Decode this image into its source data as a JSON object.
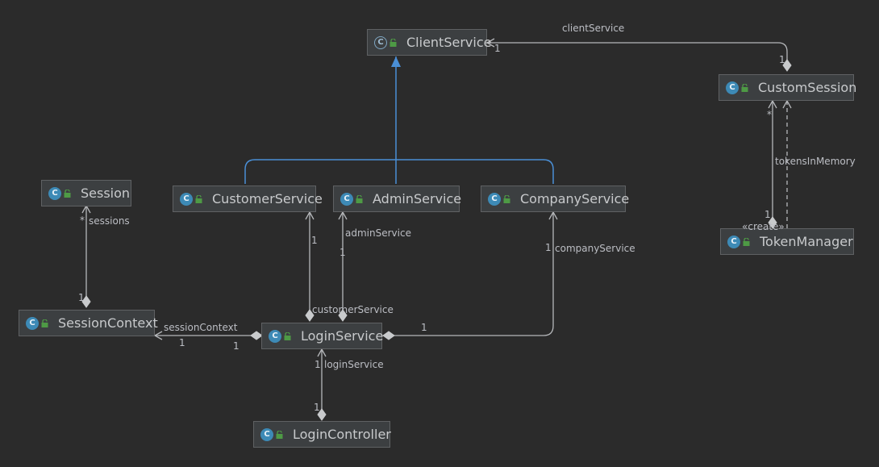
{
  "colors": {
    "background": "#2b2b2b",
    "node_fill": "#3c3f41",
    "node_border": "#5f6163",
    "class_icon": "#3d8ab6",
    "lock_icon": "#4e9a45",
    "inheritance": "#4a8fd6",
    "association": "#b5b7ba"
  },
  "classes": {
    "client_service": "ClientService",
    "custom_session": "CustomSession",
    "session": "Session",
    "customer_service": "CustomerService",
    "admin_service": "AdminService",
    "company_service": "CompanyService",
    "token_manager": "TokenManager",
    "session_context": "SessionContext",
    "login_service": "LoginService",
    "login_controller": "LoginController"
  },
  "icons": {
    "class_glyph": "C",
    "abstract_glyph": "C"
  },
  "edge_labels": {
    "client_service": "clientService",
    "client_service_mult_target": "1",
    "client_service_mult_source": "1",
    "custom_session_star": "*",
    "tokens_in_memory": "tokensInMemory",
    "create_stereotype": "«create»",
    "token_manager_mult": "1",
    "sessions": "sessions",
    "sessions_star": "*",
    "sessions_mult": "1",
    "customer_mult": "1",
    "admin_service": "adminService",
    "admin_mult": "1",
    "company_service": "companyService",
    "company_mult": "1",
    "customer_service": "customerService",
    "session_context": "sessionContext",
    "session_context_mult_target": "1",
    "session_context_mult_source": "1",
    "company_mult_source": "1",
    "login_service": "loginService",
    "login_service_mult_target": "1",
    "login_controller_mult": "1"
  }
}
